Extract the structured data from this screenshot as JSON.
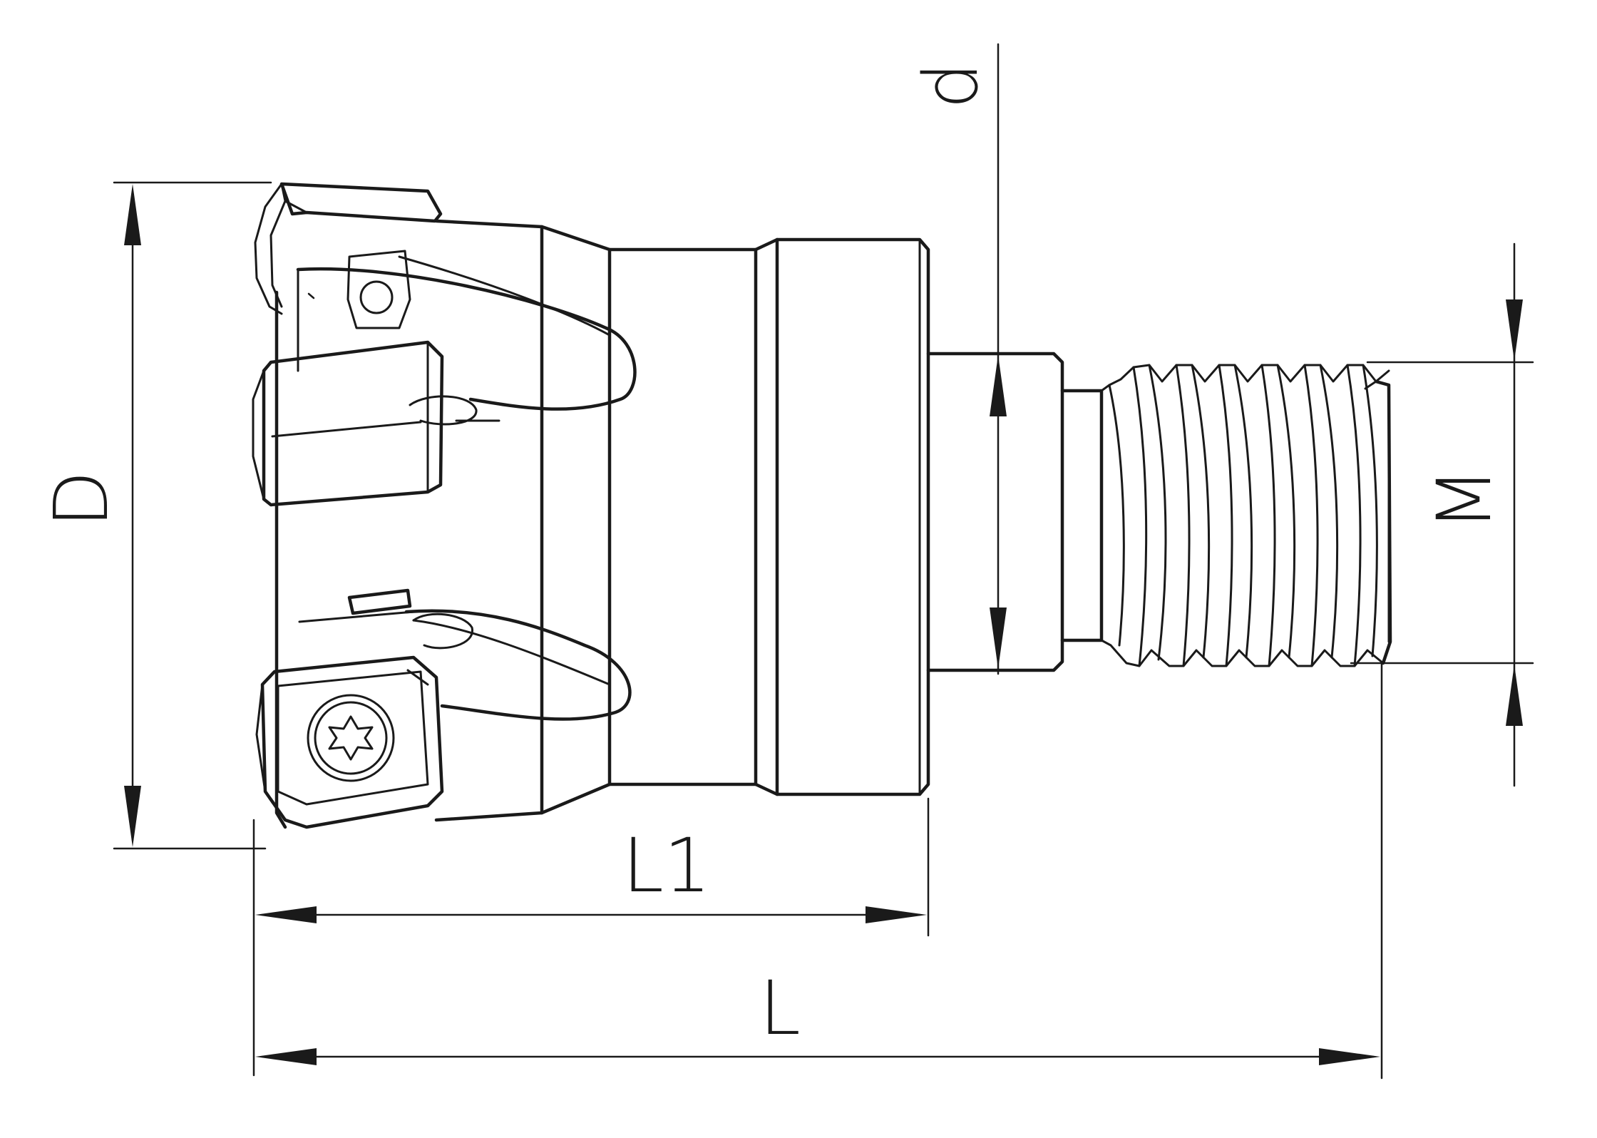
{
  "dimensions": {
    "D": "D",
    "d": "d",
    "M": "M",
    "L1": "L1",
    "L": "L"
  }
}
